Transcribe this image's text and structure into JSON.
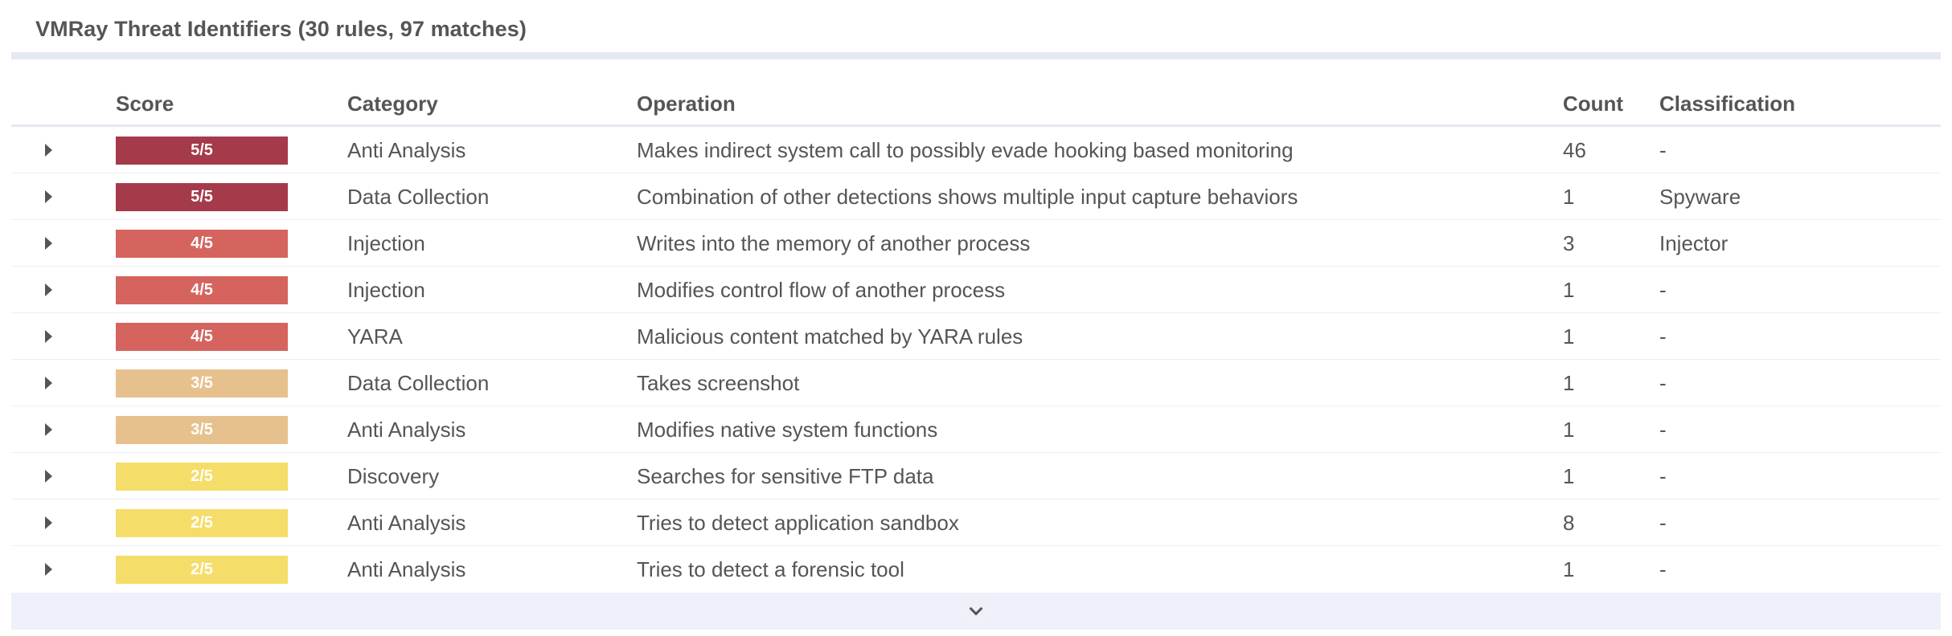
{
  "panel": {
    "title": "VMRay Threat Identifiers (30 rules, 97 matches)"
  },
  "columns": {
    "score": "Score",
    "category": "Category",
    "operation": "Operation",
    "count": "Count",
    "classification": "Classification"
  },
  "colors": {
    "score_5": "#a53a4a",
    "score_4": "#d5645f",
    "score_3": "#e7c18d",
    "score_2": "#f5dd6a",
    "header_rule": "#e4e9f3",
    "footer_bg": "#eef1f9"
  },
  "rows": [
    {
      "score": "5/5",
      "level": 5,
      "category": "Anti Analysis",
      "operation": "Makes indirect system call to possibly evade hooking based monitoring",
      "count": "46",
      "classification": "-"
    },
    {
      "score": "5/5",
      "level": 5,
      "category": "Data Collection",
      "operation": "Combination of other detections shows multiple input capture behaviors",
      "count": "1",
      "classification": "Spyware"
    },
    {
      "score": "4/5",
      "level": 4,
      "category": "Injection",
      "operation": "Writes into the memory of another process",
      "count": "3",
      "classification": "Injector"
    },
    {
      "score": "4/5",
      "level": 4,
      "category": "Injection",
      "operation": "Modifies control flow of another process",
      "count": "1",
      "classification": "-"
    },
    {
      "score": "4/5",
      "level": 4,
      "category": "YARA",
      "operation": "Malicious content matched by YARA rules",
      "count": "1",
      "classification": "-"
    },
    {
      "score": "3/5",
      "level": 3,
      "category": "Data Collection",
      "operation": "Takes screenshot",
      "count": "1",
      "classification": "-"
    },
    {
      "score": "3/5",
      "level": 3,
      "category": "Anti Analysis",
      "operation": "Modifies native system functions",
      "count": "1",
      "classification": "-"
    },
    {
      "score": "2/5",
      "level": 2,
      "category": "Discovery",
      "operation": "Searches for sensitive FTP data",
      "count": "1",
      "classification": "-"
    },
    {
      "score": "2/5",
      "level": 2,
      "category": "Anti Analysis",
      "operation": "Tries to detect application sandbox",
      "count": "8",
      "classification": "-"
    },
    {
      "score": "2/5",
      "level": 2,
      "category": "Anti Analysis",
      "operation": "Tries to detect a forensic tool",
      "count": "1",
      "classification": "-"
    }
  ],
  "footer": {
    "expand_icon": "chevron-down-icon"
  }
}
